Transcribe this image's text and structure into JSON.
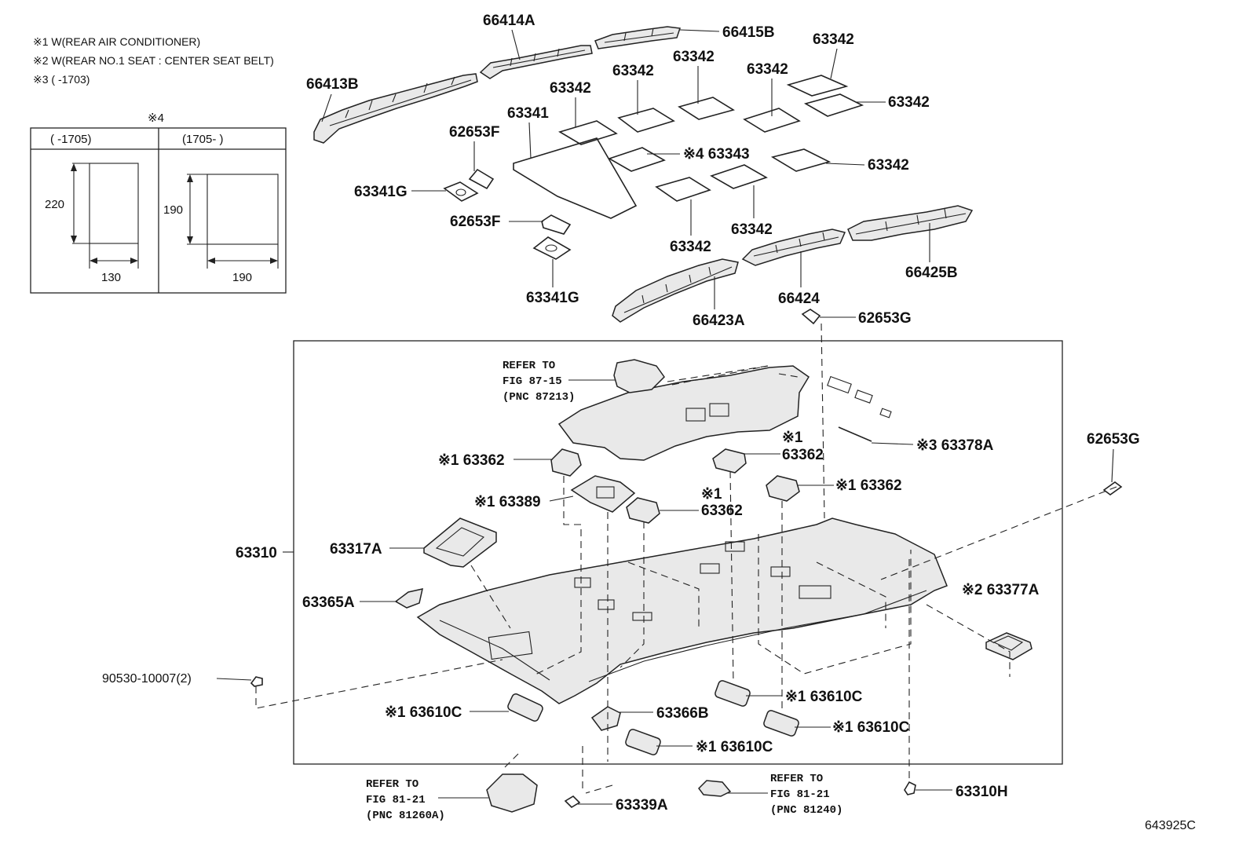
{
  "notes": {
    "note1": "※1 W(REAR AIR CONDITIONER)",
    "note2": "※2 W(REAR  NO.1 SEAT : CENTER SEAT BELT)",
    "note3": "※3 (        -1703)"
  },
  "inset": {
    "title": "※4",
    "col_left": "(      -1705)",
    "col_right": "(1705-      )",
    "left_height": "220",
    "left_width": "130",
    "right_height": "190",
    "right_width": "190"
  },
  "parts": {
    "p66414A": "66414A",
    "p66415B": "66415B",
    "p66413B": "66413B",
    "p63342_a": "63342",
    "p63342_b": "63342",
    "p63342_c": "63342",
    "p63342_d": "63342",
    "p63342_e": "63342",
    "p63342_f": "63342",
    "p63342_g": "63342",
    "p63342_h": "63342",
    "p63342_i": "63342",
    "p63341": "63341",
    "p62653F_a": "62653F",
    "p62653F_b": "62653F",
    "p63341G_a": "63341G",
    "p63341G_b": "63341G",
    "p63343": "※4 63343",
    "p66425B": "66425B",
    "p66424": "66424",
    "p66423A": "66423A",
    "p62653G_a": "62653G",
    "p62653G_b": "62653G",
    "p63378A": "※3 63378A",
    "p63362_a": "※1 63362",
    "p63362_b_mark": "※1",
    "p63362_b": "63362",
    "p63362_c": "※1 63362",
    "p63362_d_mark": "※1",
    "p63362_d": "63362",
    "p63389": "※1 63389",
    "p63310": "63310",
    "p63317A": "63317A",
    "p63365A": "63365A",
    "p63377A": "※2 63377A",
    "p90530": "90530-10007(2)",
    "p63610C_a": "※1 63610C",
    "p63610C_b": "※1 63610C",
    "p63610C_c": "※1 63610C",
    "p63610C_d": "※1 63610C",
    "p63366B": "63366B",
    "p63339A": "63339A",
    "p63310H": "63310H"
  },
  "refs": {
    "r1_line1": "REFER TO",
    "r1_line2": "FIG 87-15",
    "r1_line3": "(PNC 87213)",
    "r2_line1": "REFER TO",
    "r2_line2": "FIG 81-21",
    "r2_line3": "(PNC 81260A)",
    "r3_line1": "REFER TO",
    "r3_line2": "FIG 81-21",
    "r3_line3": "(PNC 81240)"
  },
  "figure_code": "643925C"
}
